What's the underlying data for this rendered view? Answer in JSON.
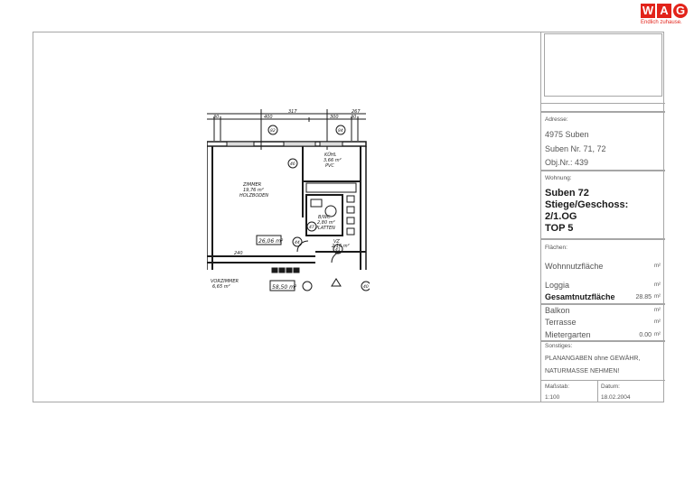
{
  "logo": {
    "letters": [
      "W",
      "A",
      "G"
    ],
    "tagline": "Endlich zuhause.",
    "brand_color": "#e2231a"
  },
  "floor_plan": {
    "dimensions_top": [
      "317",
      "267",
      "30",
      "400",
      "7",
      "300",
      "30"
    ],
    "rooms": [
      {
        "name": "ZIMMER",
        "area": "19,76 m²",
        "floor": "HOLZBODEN"
      },
      {
        "name": "KÜHL",
        "area": "3,66 m²",
        "floor": "PVC"
      },
      {
        "name": "B/WC",
        "area": "2,80 m²",
        "floor": "PLATTEN"
      },
      {
        "name": "VZ",
        "area": "2,16 m²"
      },
      {
        "name": "VORZIMMER",
        "area": "6,65 m²"
      }
    ],
    "area_boxes": [
      "26,06 m²",
      "58,50 m²"
    ],
    "dimension_bottom": "240",
    "markers": [
      "82",
      "84",
      "46",
      "47",
      "44",
      "41",
      "40"
    ]
  },
  "title_block": {
    "address": {
      "label": "Adresse:",
      "line1": "4975 Suben",
      "line2": "Suben Nr. 71, 72",
      "line3": "Obj.Nr.: 439"
    },
    "apartment": {
      "label": "Wohnung:",
      "line1": "Suben 72",
      "line2": "Stiege/Geschoss:",
      "line3": "2/1.OG",
      "line4": "TOP 5"
    },
    "areas": {
      "label": "Flächen:",
      "rows": [
        {
          "label": "Wohnnutzfläche",
          "value": "",
          "unit": "m²"
        },
        {
          "label": "Loggia",
          "value": "",
          "unit": "m²"
        },
        {
          "label": "Gesamtnutzfläche",
          "value": "28.85",
          "unit": "m²"
        },
        {
          "label": "Balkon",
          "value": "",
          "unit": "m²"
        },
        {
          "label": "Terrasse",
          "value": "",
          "unit": "m²"
        },
        {
          "label": "Mietergarten",
          "value": "0.00",
          "unit": "m²"
        }
      ]
    },
    "other": {
      "label": "Sonstiges:",
      "line1": "PLANANGABEN ohne GEWÄHR,",
      "line2": "NATURMASSE NEHMEN!"
    },
    "scale": {
      "label": "Maßstab:",
      "value": "1:100"
    },
    "date": {
      "label": "Datum:",
      "value": "18.02.2004"
    }
  }
}
